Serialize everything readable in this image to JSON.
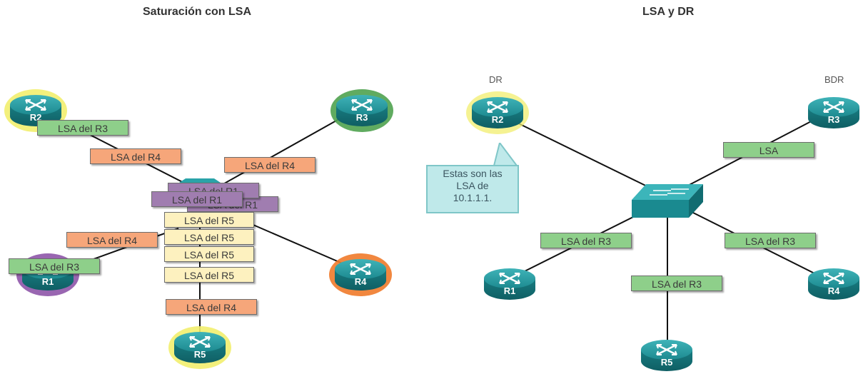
{
  "left_panel": {
    "title": "Saturación con LSA",
    "routers": [
      "R2",
      "R3",
      "R1",
      "R4",
      "R5"
    ],
    "labels": {
      "lsa_r3_top": "LSA del R3",
      "lsa_r4_a": "LSA del R4",
      "lsa_r4_b": "LSA del R4",
      "lsa_r1_back_a": "LSA del R1",
      "lsa_r1_back_b": "LSA del R1",
      "lsa_r1_front": "LSA del R1",
      "lsa_r5_1": "LSA del R5",
      "lsa_r5_2": "LSA del R5",
      "lsa_r5_3": "LSA del R5",
      "lsa_r5_4": "LSA del R5",
      "lsa_r4_left": "LSA del R4",
      "lsa_r3_left": "LSA del R3",
      "lsa_r4_bottom": "LSA del R4"
    }
  },
  "right_panel": {
    "title": "LSA y DR",
    "dr_label": "DR",
    "bdr_label": "BDR",
    "routers": [
      "R2",
      "R3",
      "R1",
      "R4",
      "R5"
    ],
    "callout": [
      "Estas son las",
      "LSA de",
      "10.1.1.1."
    ],
    "labels": {
      "lsa": "LSA",
      "lsa_r3_left": "LSA del R3",
      "lsa_r3_right": "LSA del R3",
      "lsa_r3_bottom": "LSA del R3"
    }
  },
  "colors": {
    "router": "#1f8f94",
    "glow_yellow": "#f2ee6e",
    "glow_green": "#4fa24f",
    "glow_purple": "#8e55a8",
    "glow_orange": "#f07a2a"
  }
}
